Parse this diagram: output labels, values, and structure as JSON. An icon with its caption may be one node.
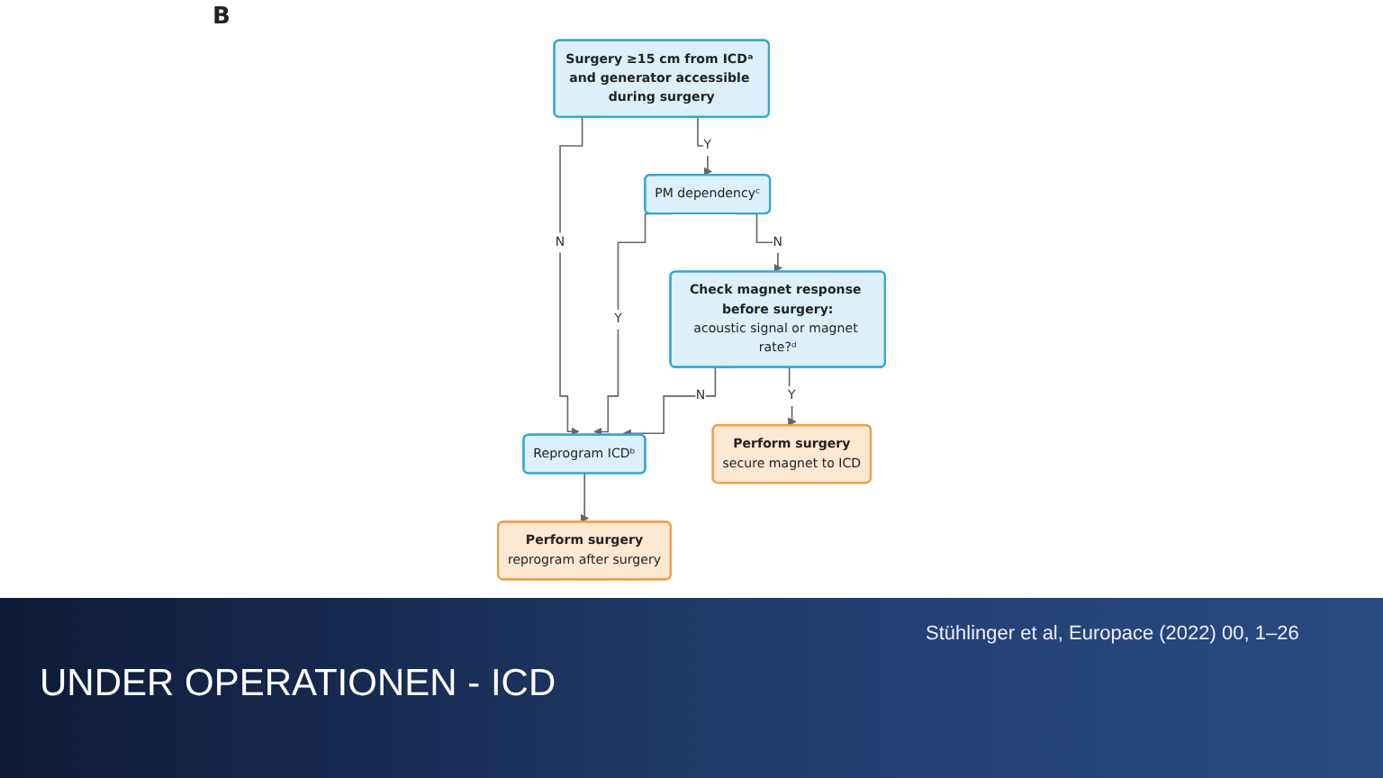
{
  "diagram": {
    "title": "UNDER OPERATIONEN - ICD",
    "nodes": [
      {
        "text": [
          "Surgery ≥15 cm from ICDᵃ and generator accessible during surgery"
        ]
      },
      {
        "text": [
          "Reprogram ICDᵇ"
        ]
      },
      {
        "text": [
          "PM dependencyᶜ"
        ]
      },
      {
        "text": [
          "Check magnet response before surgery:",
          "acoustic signal or magnet rate?ᵈ"
        ]
      },
      {
        "text": [
          "Perform surgery",
          "reprogram after surgery"
        ]
      },
      {
        "text": [
          "Perform surgery",
          "secure magnet to ICD"
        ]
      }
    ],
    "edges": [
      {
        "from": 0,
        "to": 1,
        "arrow": "to",
        "label": "N"
      },
      {
        "from": 0,
        "to": 2,
        "arrow": "to",
        "label": "Y"
      },
      {
        "from": 2,
        "to": 1,
        "arrow": "to",
        "label": "Y"
      },
      {
        "from": 2,
        "to": 3,
        "arrow": "to",
        "label": "N"
      },
      {
        "from": 3,
        "to": 1,
        "arrow": "to",
        "label": "N"
      },
      {
        "from": 1,
        "to": 4,
        "arrow": "to"
      },
      {
        "from": 3,
        "to": 5,
        "arrow": "to",
        "label": "Y"
      }
    ],
    "labels": [
      "B",
      "Stühlinger et al, Europace (2022) 00, 1–26"
    ]
  }
}
